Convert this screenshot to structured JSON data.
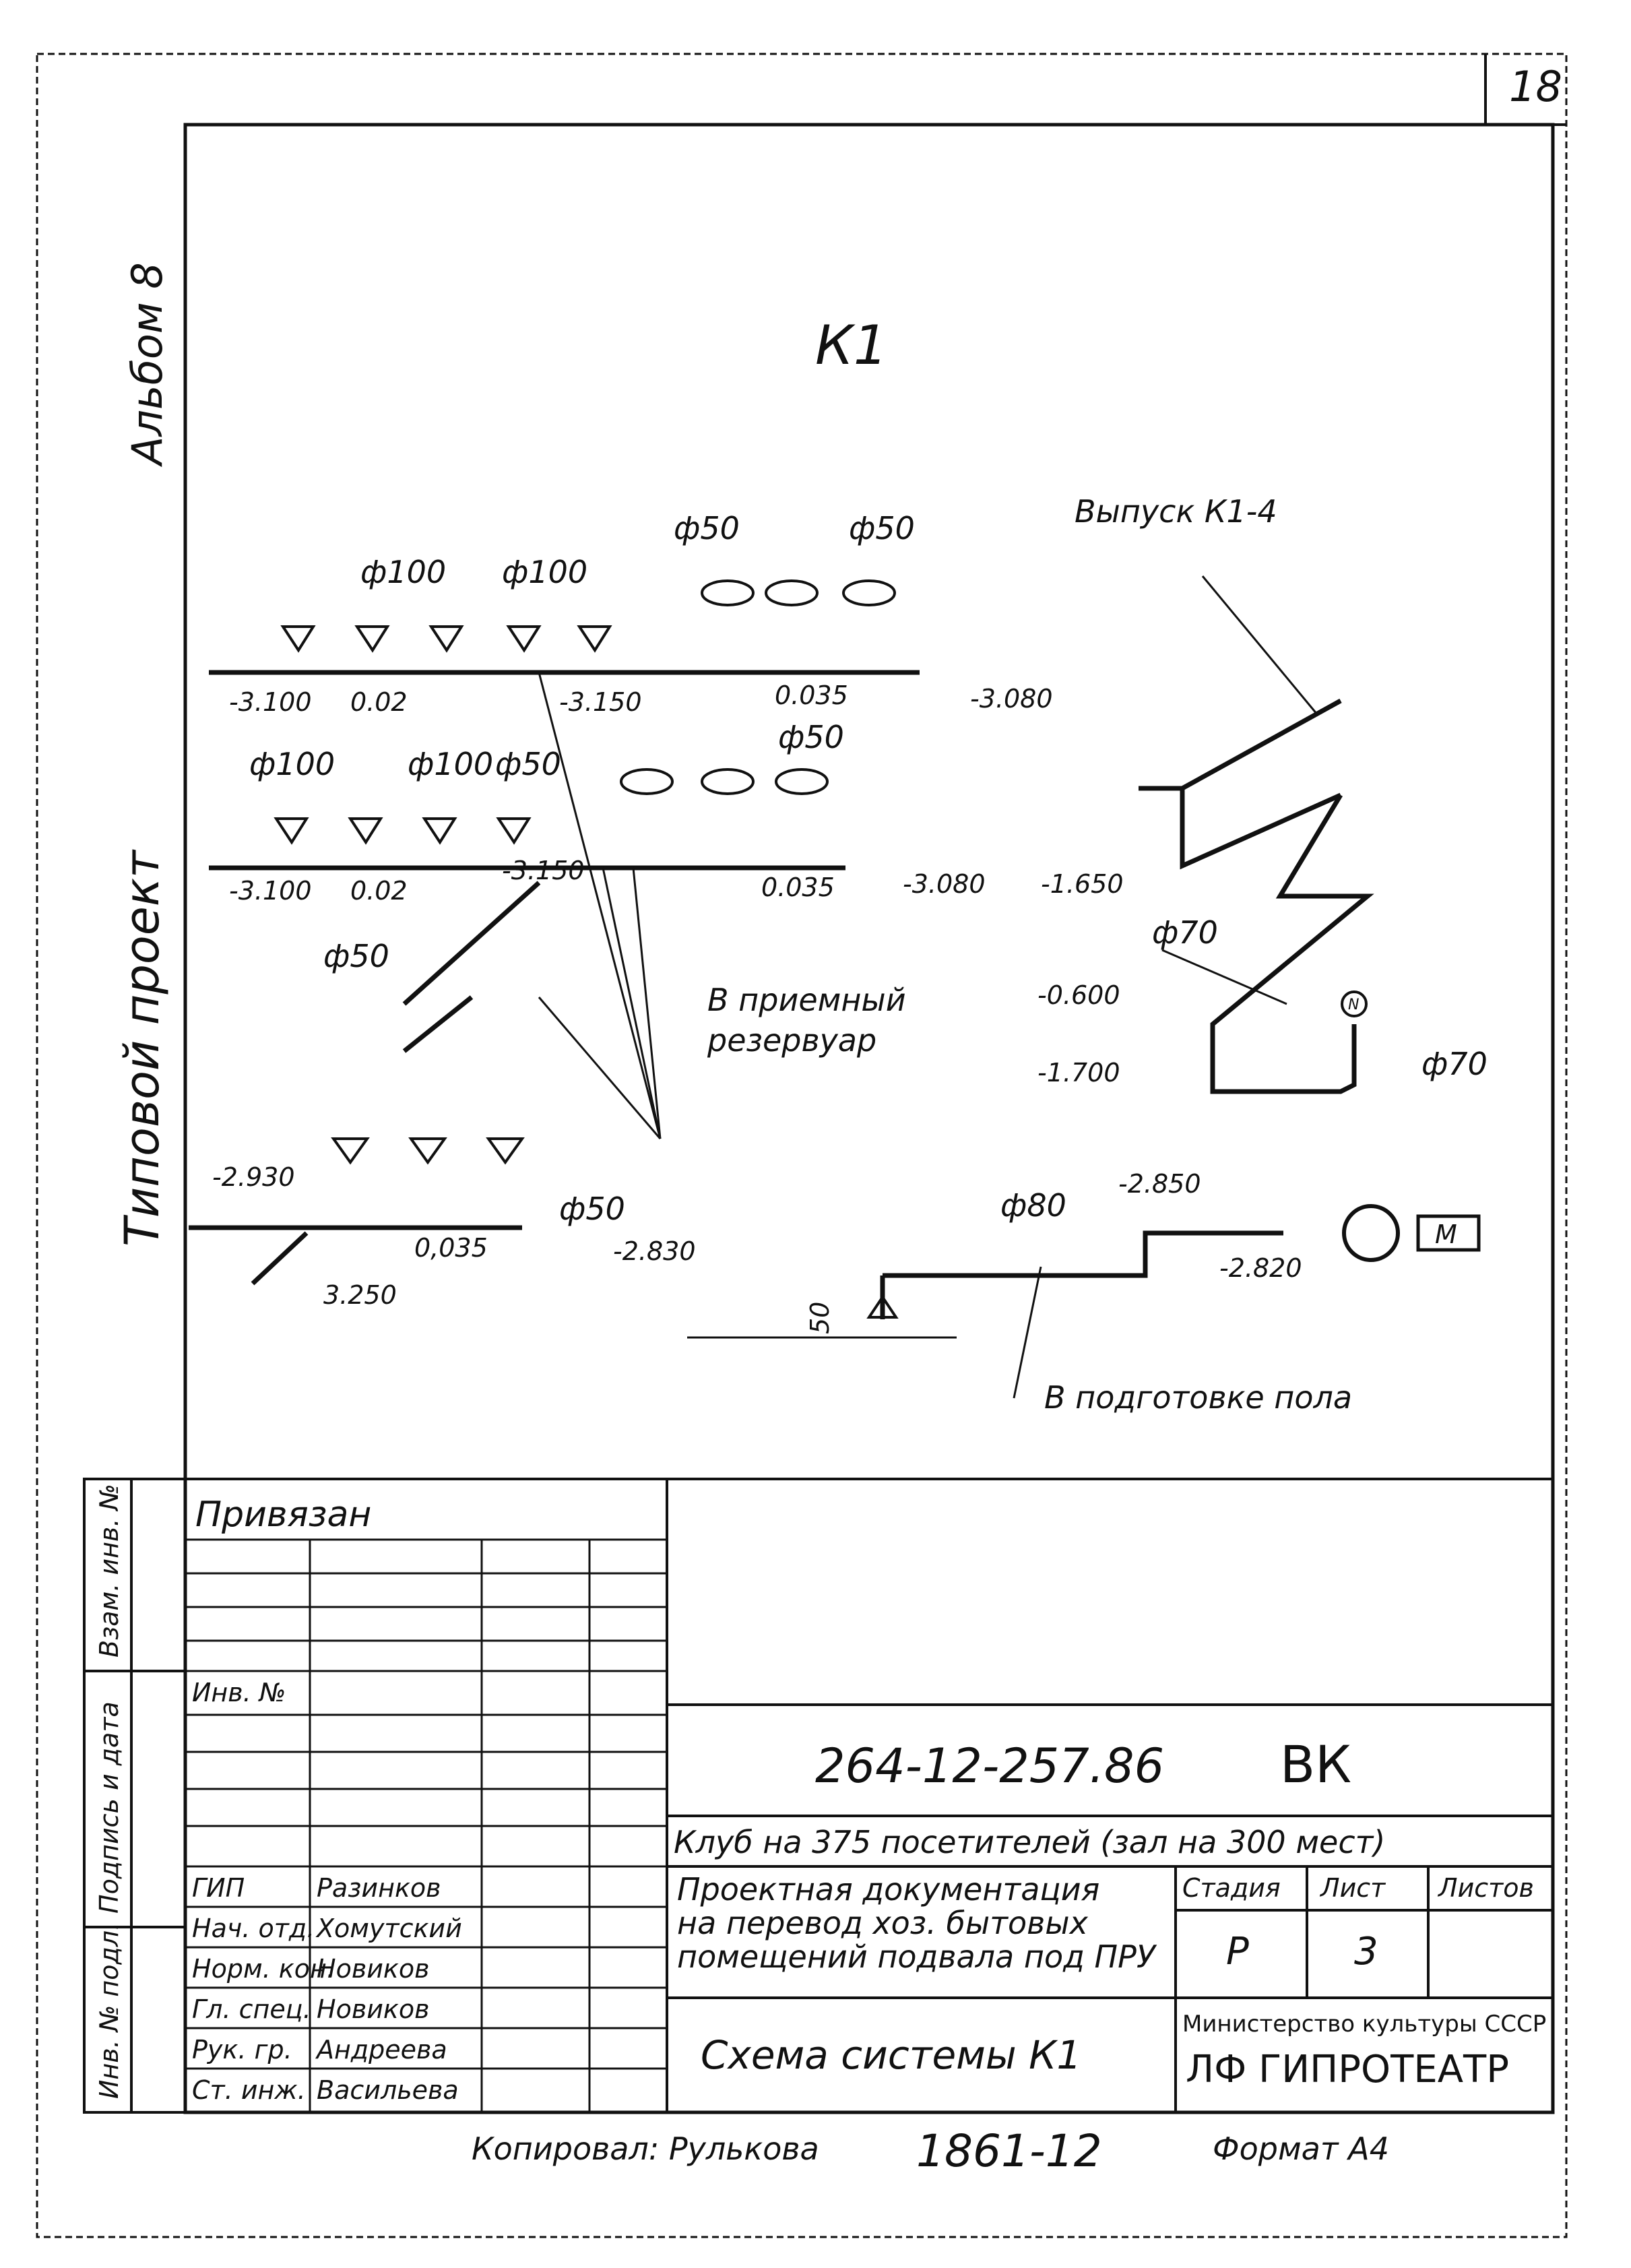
{
  "sheet": {
    "page_number": "18",
    "system_title": "К1",
    "side_album": "Альбом 8",
    "side_project": "Типовой проект"
  },
  "labels": {
    "d100_a": "ф100",
    "d100_b": "ф100",
    "d50_a": "ф50",
    "d50_b": "ф50",
    "d100_c": "ф100",
    "d100_d": "ф100",
    "d50_c": "ф50",
    "d50_d": "ф50",
    "d50_e": "ф50",
    "d50_f": "ф50",
    "d70_a": "ф70",
    "d70_b": "ф70",
    "d80": "ф80",
    "outlet": "Выпуск К1-4",
    "tank_1": "В приемный",
    "tank_2": "резервуар",
    "floor_prep": "В подготовке пола",
    "elev_r1_l": "-3.100",
    "elev_r1_m": "-3.150",
    "elev_r1_r": "-3.080",
    "slope_r1_a": "0.02",
    "slope_r1_b": "0.035",
    "elev_r2_l": "-3.100",
    "elev_r2_m": "-3.150",
    "elev_r2_r": "-3.080",
    "slope_r2_a": "0.02",
    "slope_r2_b": "0.035",
    "elev_r3_l": "-2.930",
    "elev_r3_r": "-2.830",
    "elev_r3_b": "3.250",
    "slope_r3": "0,035",
    "elev_1650": "-1.650",
    "elev_0600": "-0.600",
    "elev_1700": "-1.700",
    "elev_2850": "-2.850",
    "elev_2820": "-2.820",
    "pump_motor": "М",
    "pump_gauge": "N",
    "drain_size": "50"
  },
  "stamp": {
    "privyazan": "Привязан",
    "inv_no": "Инв. №",
    "side_1": "Взам. инв. №",
    "side_2": "Подпись и дата",
    "side_3": "Инв. № подл.",
    "doc_code": "264-12-257.86",
    "doc_mark": "ВК",
    "object": "Клуб на 375 посетителей (зал на 300 мест)",
    "title_1": "Проектная документация",
    "title_2": "на перевод хоз. бытовых",
    "title_3": "помещений подвала под ПРУ",
    "col_stage": "Стадия",
    "col_sheet": "Лист",
    "col_sheets": "Листов",
    "stage": "Р",
    "sheet": "3",
    "ministry": "Министерство культуры СССР",
    "org": "ЛФ ГИПРОТЕАТР",
    "drawing_name": "Схема системы К1",
    "copied": "Копировал: Рулькова",
    "order": "1861-12",
    "format": "Формат А4",
    "people": [
      {
        "role": "ГИП",
        "name": "Разинков"
      },
      {
        "role": "Нач. отд.",
        "name": "Хомутский"
      },
      {
        "role": "Норм. кон.",
        "name": "Новиков"
      },
      {
        "role": "Гл. спец.",
        "name": "Новиков"
      },
      {
        "role": "Рук. гр.",
        "name": "Андреева"
      },
      {
        "role": "Ст. инж.",
        "name": "Васильева"
      }
    ]
  }
}
